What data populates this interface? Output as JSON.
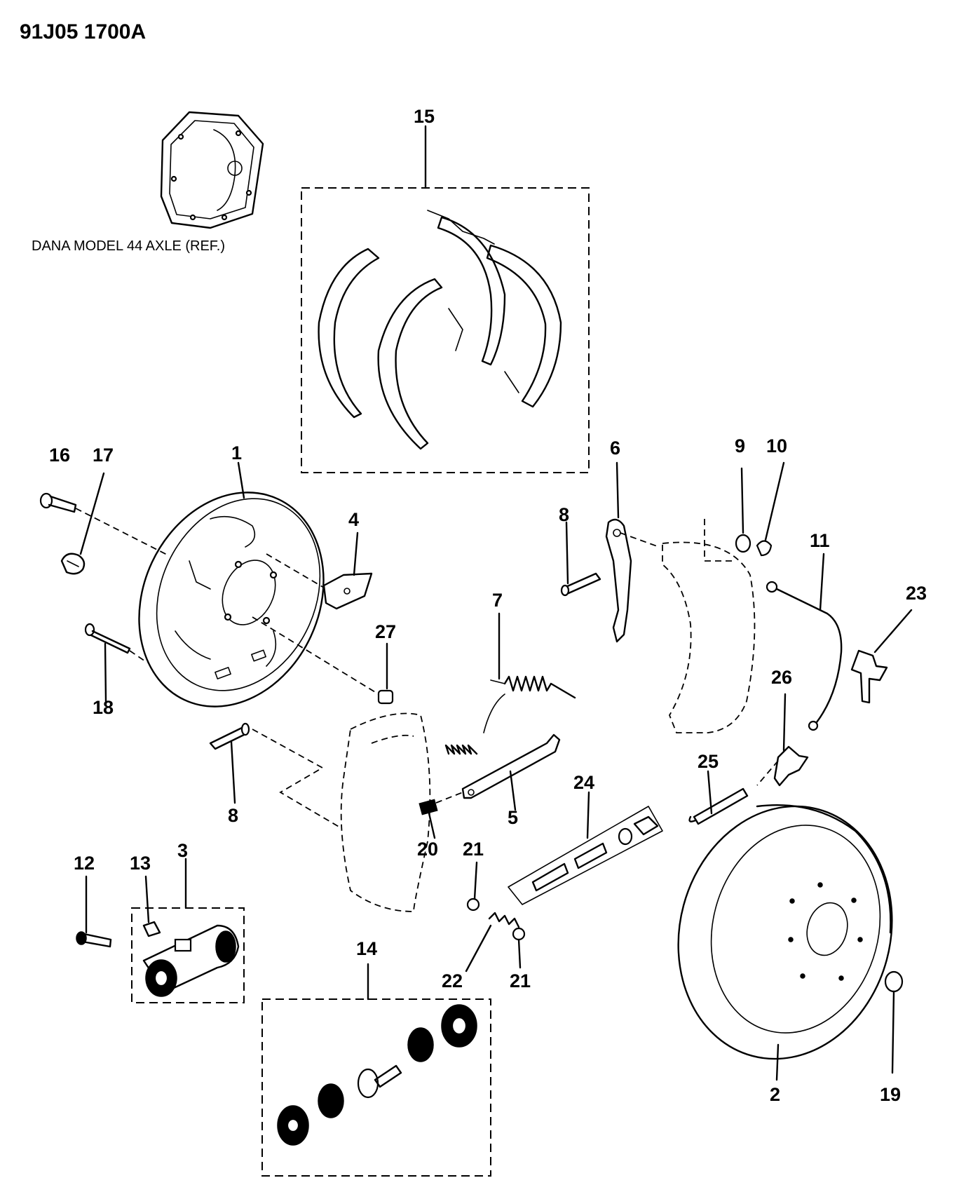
{
  "diagram_code": "91J05 1700A",
  "reference_caption": "DANA MODEL 44 AXLE (REF.)",
  "callouts": {
    "c1": "1",
    "c2": "2",
    "c3": "3",
    "c4": "4",
    "c5": "5",
    "c6": "6",
    "c7": "7",
    "c8a": "8",
    "c8b": "8",
    "c9": "9",
    "c10": "10",
    "c11": "11",
    "c12": "12",
    "c13": "13",
    "c14": "14",
    "c15": "15",
    "c16": "16",
    "c17": "17",
    "c18": "18",
    "c19": "19",
    "c20": "20",
    "c21a": "21",
    "c21b": "21",
    "c22": "22",
    "c23": "23",
    "c24": "24",
    "c25": "25",
    "c26": "26",
    "c27": "27"
  }
}
